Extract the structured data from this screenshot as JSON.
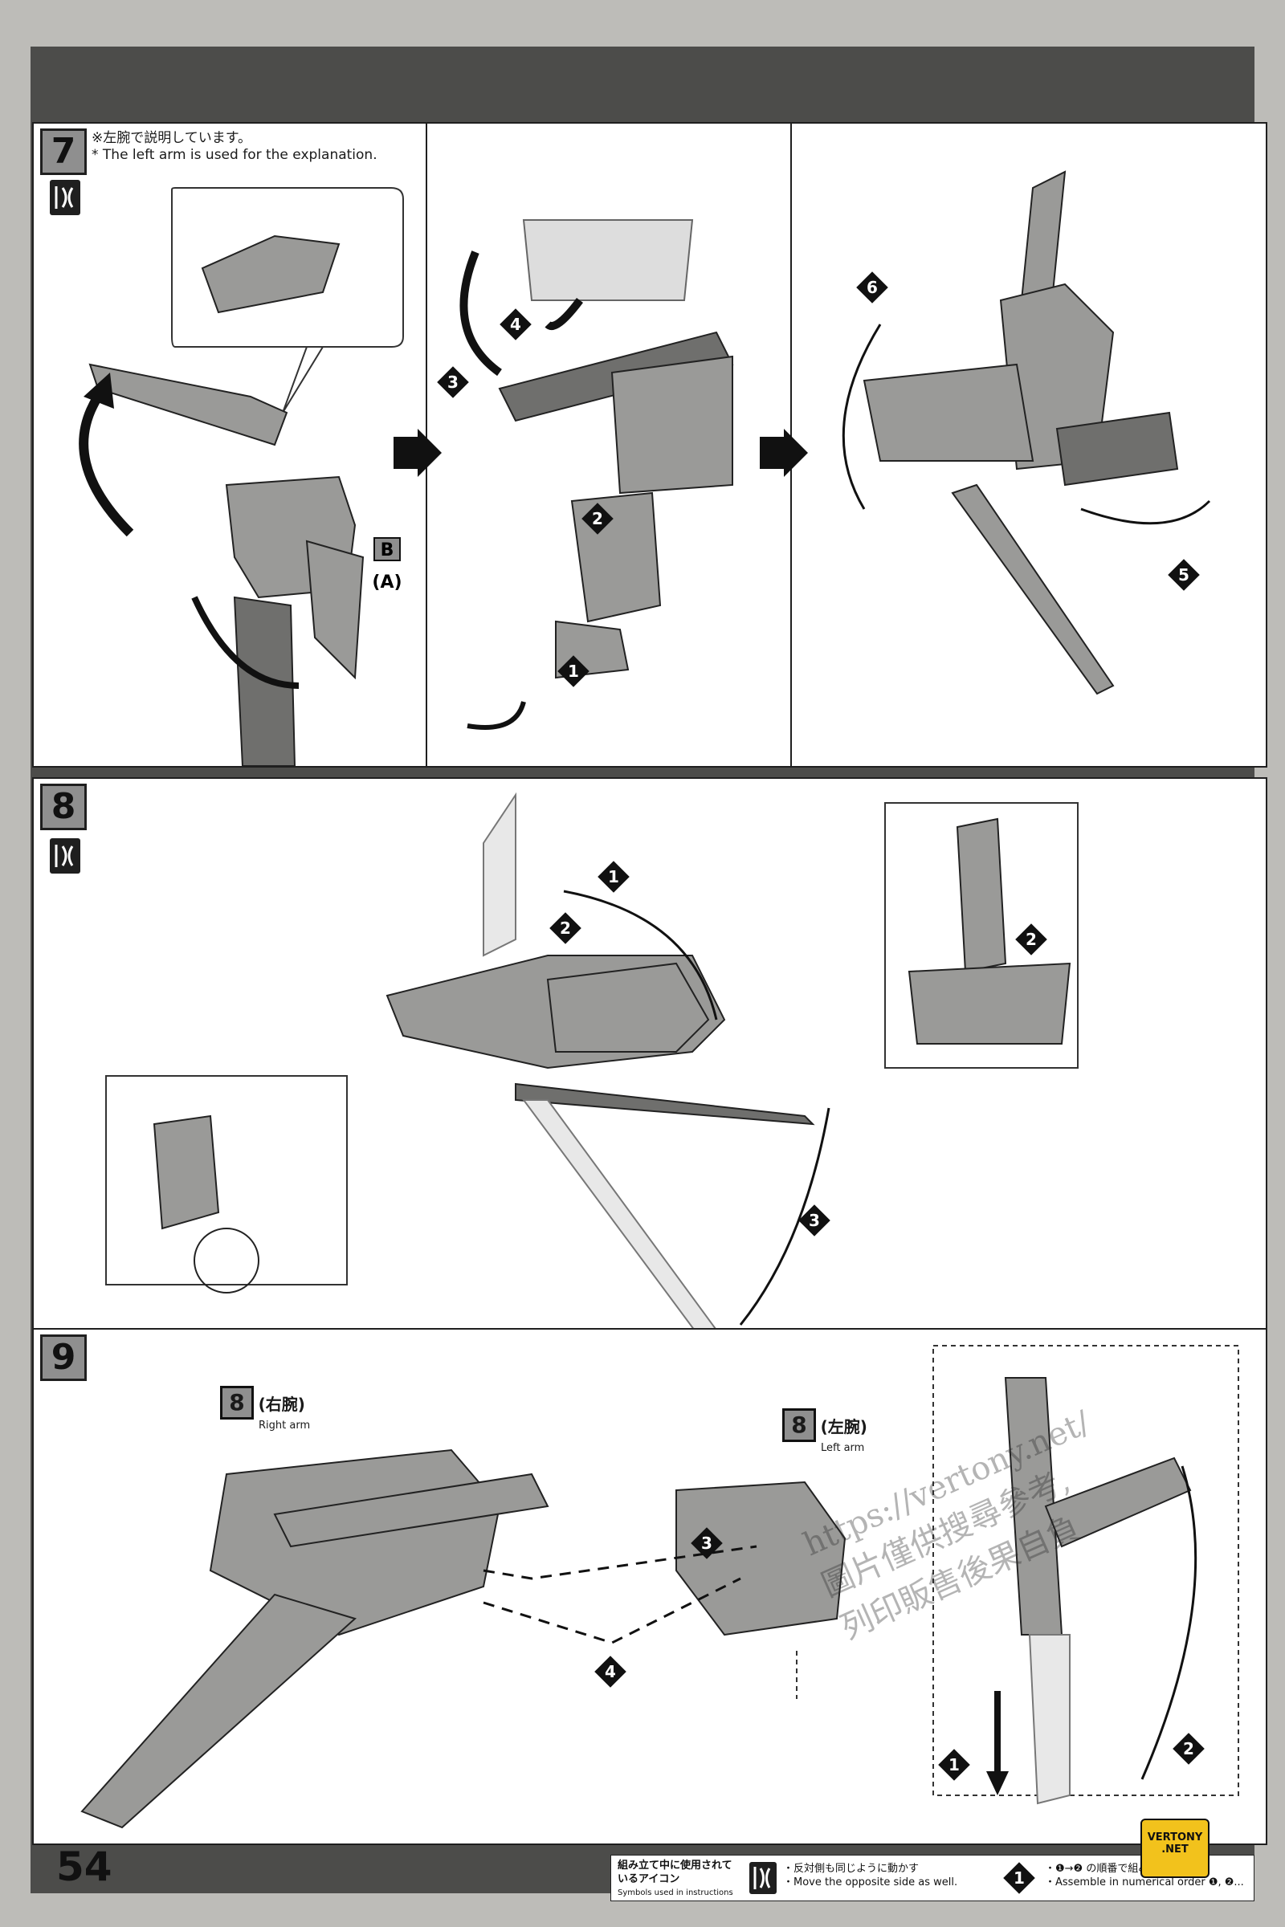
{
  "step7": {
    "number": "7",
    "note_jp": "※左腕で説明しています。",
    "note_en": "* The left arm is used for the explanation.",
    "joint_label_b": "B",
    "joint_label_a": "(A)",
    "order_marks": [
      "1",
      "2",
      "3",
      "4",
      "5",
      "6"
    ]
  },
  "step8": {
    "number": "8",
    "order_marks": [
      "1",
      "2",
      "2",
      "3"
    ]
  },
  "step9": {
    "number": "9",
    "right_part": {
      "number": "8",
      "jp": "(右腕)",
      "en": "Right arm"
    },
    "left_part": {
      "number": "8",
      "jp": "(左腕)",
      "en": "Left arm"
    },
    "order_marks": [
      "3",
      "4",
      "1",
      "2"
    ]
  },
  "footer": {
    "page_number": "54",
    "legend_title_jp": "組み立て中に使用されているアイコン",
    "legend_title_en": "Symbols used in instructions",
    "mirror_jp": "・反対側も同じように動かす",
    "mirror_en": "・Move the opposite side as well.",
    "order_icon": "1",
    "order_jp": "・❶→❷ の順番で組み立てる",
    "order_en": "・Assemble in numerical order ❶, ❷..."
  },
  "watermark": {
    "url": "https://vertony.net/",
    "line1": "圖片僅供搜尋參考,",
    "line2": "列印販售後果自負"
  },
  "logo": {
    "line1": "VERTONY",
    "line2": ".NET"
  },
  "colors": {
    "frame": "#4c4c4a",
    "panel": "#ffffff",
    "part_fill": "#9a9a98",
    "logo": "#f2c21c"
  }
}
